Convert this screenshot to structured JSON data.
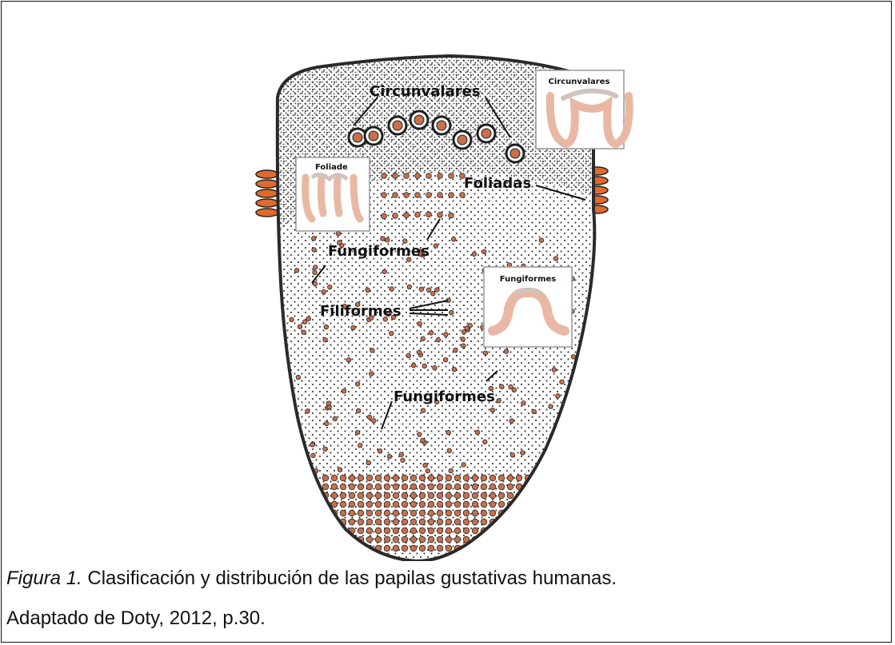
{
  "labels": {
    "circunvalares": "Circunvalares",
    "foliadas": "Foliadas",
    "fungiformes_top": "Fungiformes",
    "filiformes": "Filiformes",
    "fungiformes_bottom": "Fungiformes"
  },
  "insets": {
    "circunvalares": "Circunvalares",
    "foliade": "Foliade",
    "fungiformes": "Fungiformes"
  },
  "caption": {
    "figure_label": "Figura 1.",
    "text": "Clasificación y distribución de las papilas gustativas humanas."
  },
  "source": "Adaptado de Doty, 2012, p.30.",
  "colors": {
    "papilla": "#c96f4a",
    "papilla_outline": "#2b2b2b",
    "tissue": "#e9b8a5",
    "foliate_orange": "#e06a2c"
  }
}
